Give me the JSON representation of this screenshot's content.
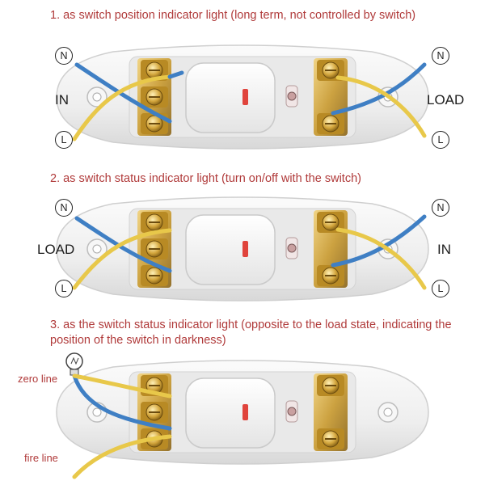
{
  "diagrams": [
    {
      "caption": "1. as switch position indicator light (long term, not controlled by switch)",
      "left_label": "IN",
      "right_label": "LOAD",
      "left_top_badge": "N",
      "left_bottom_badge": "L",
      "right_top_badge": "N",
      "right_bottom_badge": "L"
    },
    {
      "caption": "2. as switch status indicator light (turn on/off with the switch)",
      "left_label": "LOAD",
      "right_label": "IN",
      "left_top_badge": "N",
      "left_bottom_badge": "L",
      "right_top_badge": "N",
      "right_bottom_badge": "L"
    },
    {
      "caption_line1": "3. as the switch status indicator light (opposite to the load state, indicating the",
      "caption_line2": "position of the switch in darkness)",
      "top_label": "zero line",
      "bottom_label": "fire line"
    }
  ],
  "colors": {
    "caption_text": "#b03a3a",
    "neutral_wire": "#3f7fc4",
    "live_wire": "#e8c84a",
    "housing": "#f2f2f2",
    "terminal_brass": "#c99a2e",
    "indicator_led": "#e0443c"
  }
}
